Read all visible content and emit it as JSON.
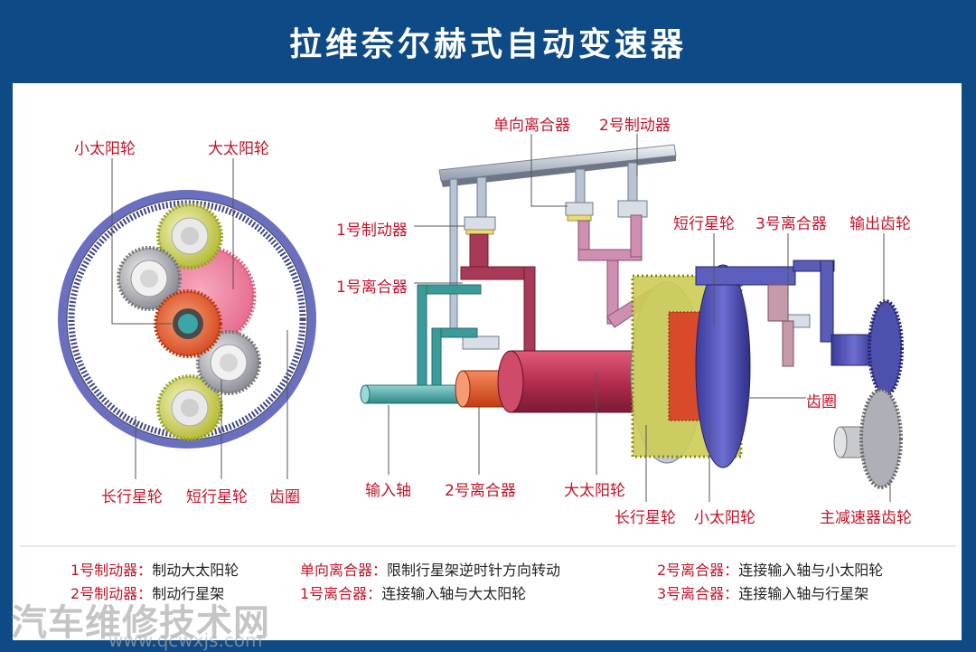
{
  "title": "拉维奈尔赫式自动变速器",
  "left_labels": {
    "small_sun": "小太阳轮",
    "large_sun": "大太阳轮",
    "long_planet": "长行星轮",
    "short_planet": "短行星轮",
    "ring_gear": "齿圈"
  },
  "right_labels": {
    "one_way_clutch": "单向离合器",
    "brake_2": "2号制动器",
    "brake_1": "1号制动器",
    "clutch_1": "1号离合器",
    "short_planet": "短行星轮",
    "clutch_3": "3号离合器",
    "output_gear": "输出齿轮",
    "ring_gear": "齿圈",
    "input_shaft": "输入轴",
    "clutch_2": "2号离合器",
    "large_sun": "大太阳轮",
    "long_planet": "长行星轮",
    "small_sun": "小太阳轮",
    "final_drive": "主减速器齿轮"
  },
  "legend": [
    {
      "key": "1号制动器：",
      "value": "制动大太阳轮"
    },
    {
      "key": "单向离合器：",
      "value": "限制行星架逆时针方向转动"
    },
    {
      "key": "2号离合器：",
      "value": "连接输入轴与小太阳轮"
    },
    {
      "key": "2号制动器：",
      "value": "制动行星架"
    },
    {
      "key": "1号离合器：",
      "value": "连接输入轴与大太阳轮"
    },
    {
      "key": "3号离合器：",
      "value": "连接输入轴与行星架"
    }
  ],
  "watermark": {
    "text": "汽车维修技术网",
    "url": "www.qcwxjs.com"
  }
}
